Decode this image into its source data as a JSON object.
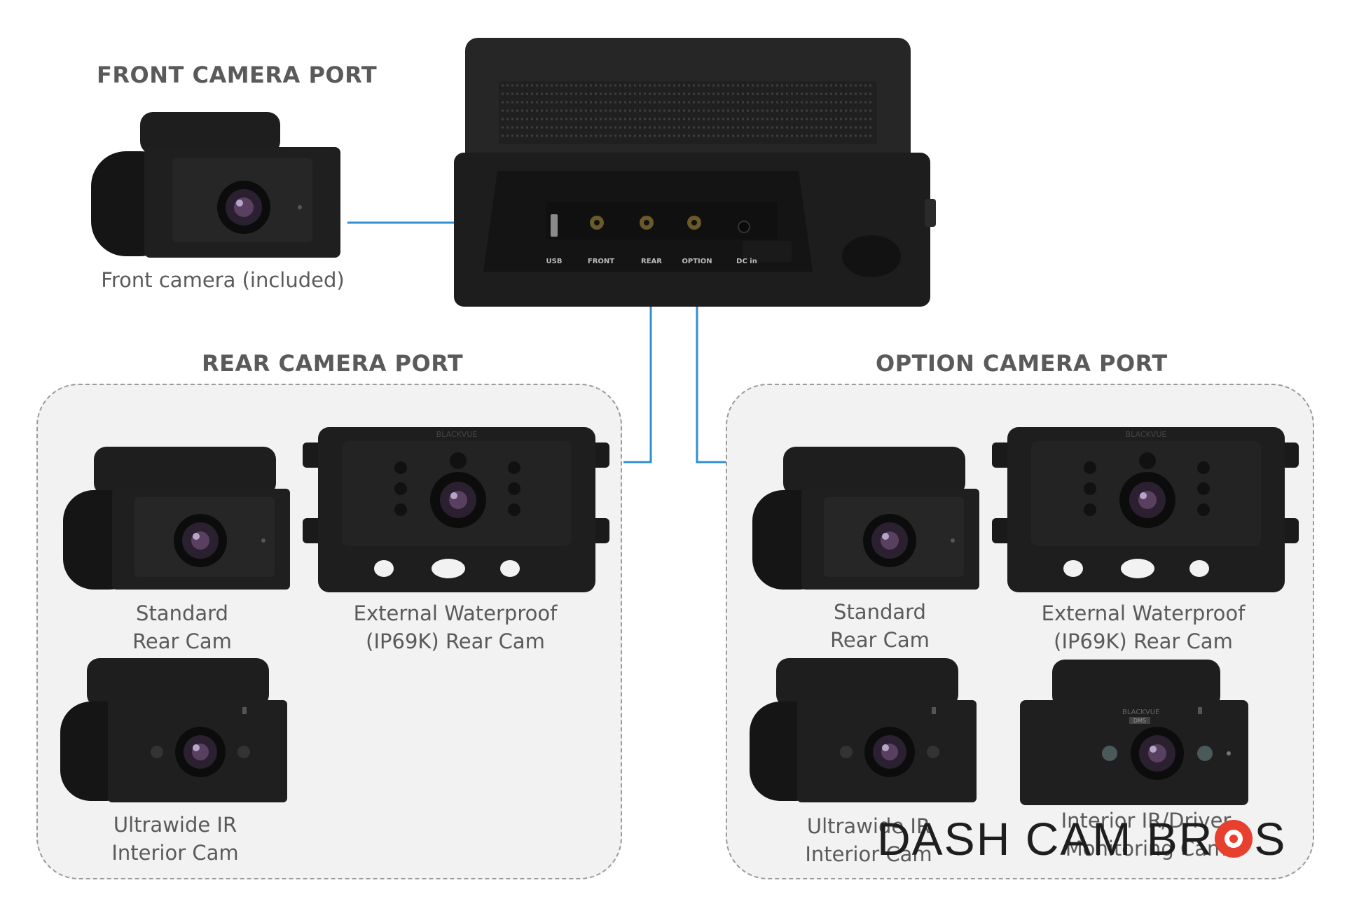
{
  "headings": {
    "front": "FRONT CAMERA PORT",
    "rear": "REAR CAMERA PORT",
    "option": "OPTION CAMERA PORT"
  },
  "front_camera": {
    "caption": "Front camera (included)"
  },
  "hub_ports": {
    "usb": "USB",
    "front": "FRONT",
    "rear": "REAR",
    "option": "OPTION",
    "dc_in": "DC in"
  },
  "rear_panel": {
    "items": [
      {
        "line1": "Standard",
        "line2": "Rear Cam"
      },
      {
        "line1": "External Waterproof",
        "line2": "(IP69K) Rear Cam"
      },
      {
        "line1": "Ultrawide IR",
        "line2": "Interior Cam"
      }
    ]
  },
  "option_panel": {
    "items": [
      {
        "line1": "Standard",
        "line2": "Rear Cam"
      },
      {
        "line1": "External Waterproof",
        "line2": "(IP69K) Rear Cam"
      },
      {
        "line1": "Ultrawide IR",
        "line2": "Interior Cam"
      },
      {
        "line1": "Interior IR/Driver",
        "line2": "Monitoring Cam"
      }
    ]
  },
  "camera_markings": {
    "brand": "BLACKVUE",
    "dms_badge": "DMS"
  },
  "logo": {
    "part1": "DASH CAM BR",
    "part2": "S"
  },
  "colors": {
    "connector_line": "#2f8fd0",
    "device_body": "#1c1c1c",
    "panel_background": "#f2f2f2",
    "logo_accent": "#e8402e"
  }
}
